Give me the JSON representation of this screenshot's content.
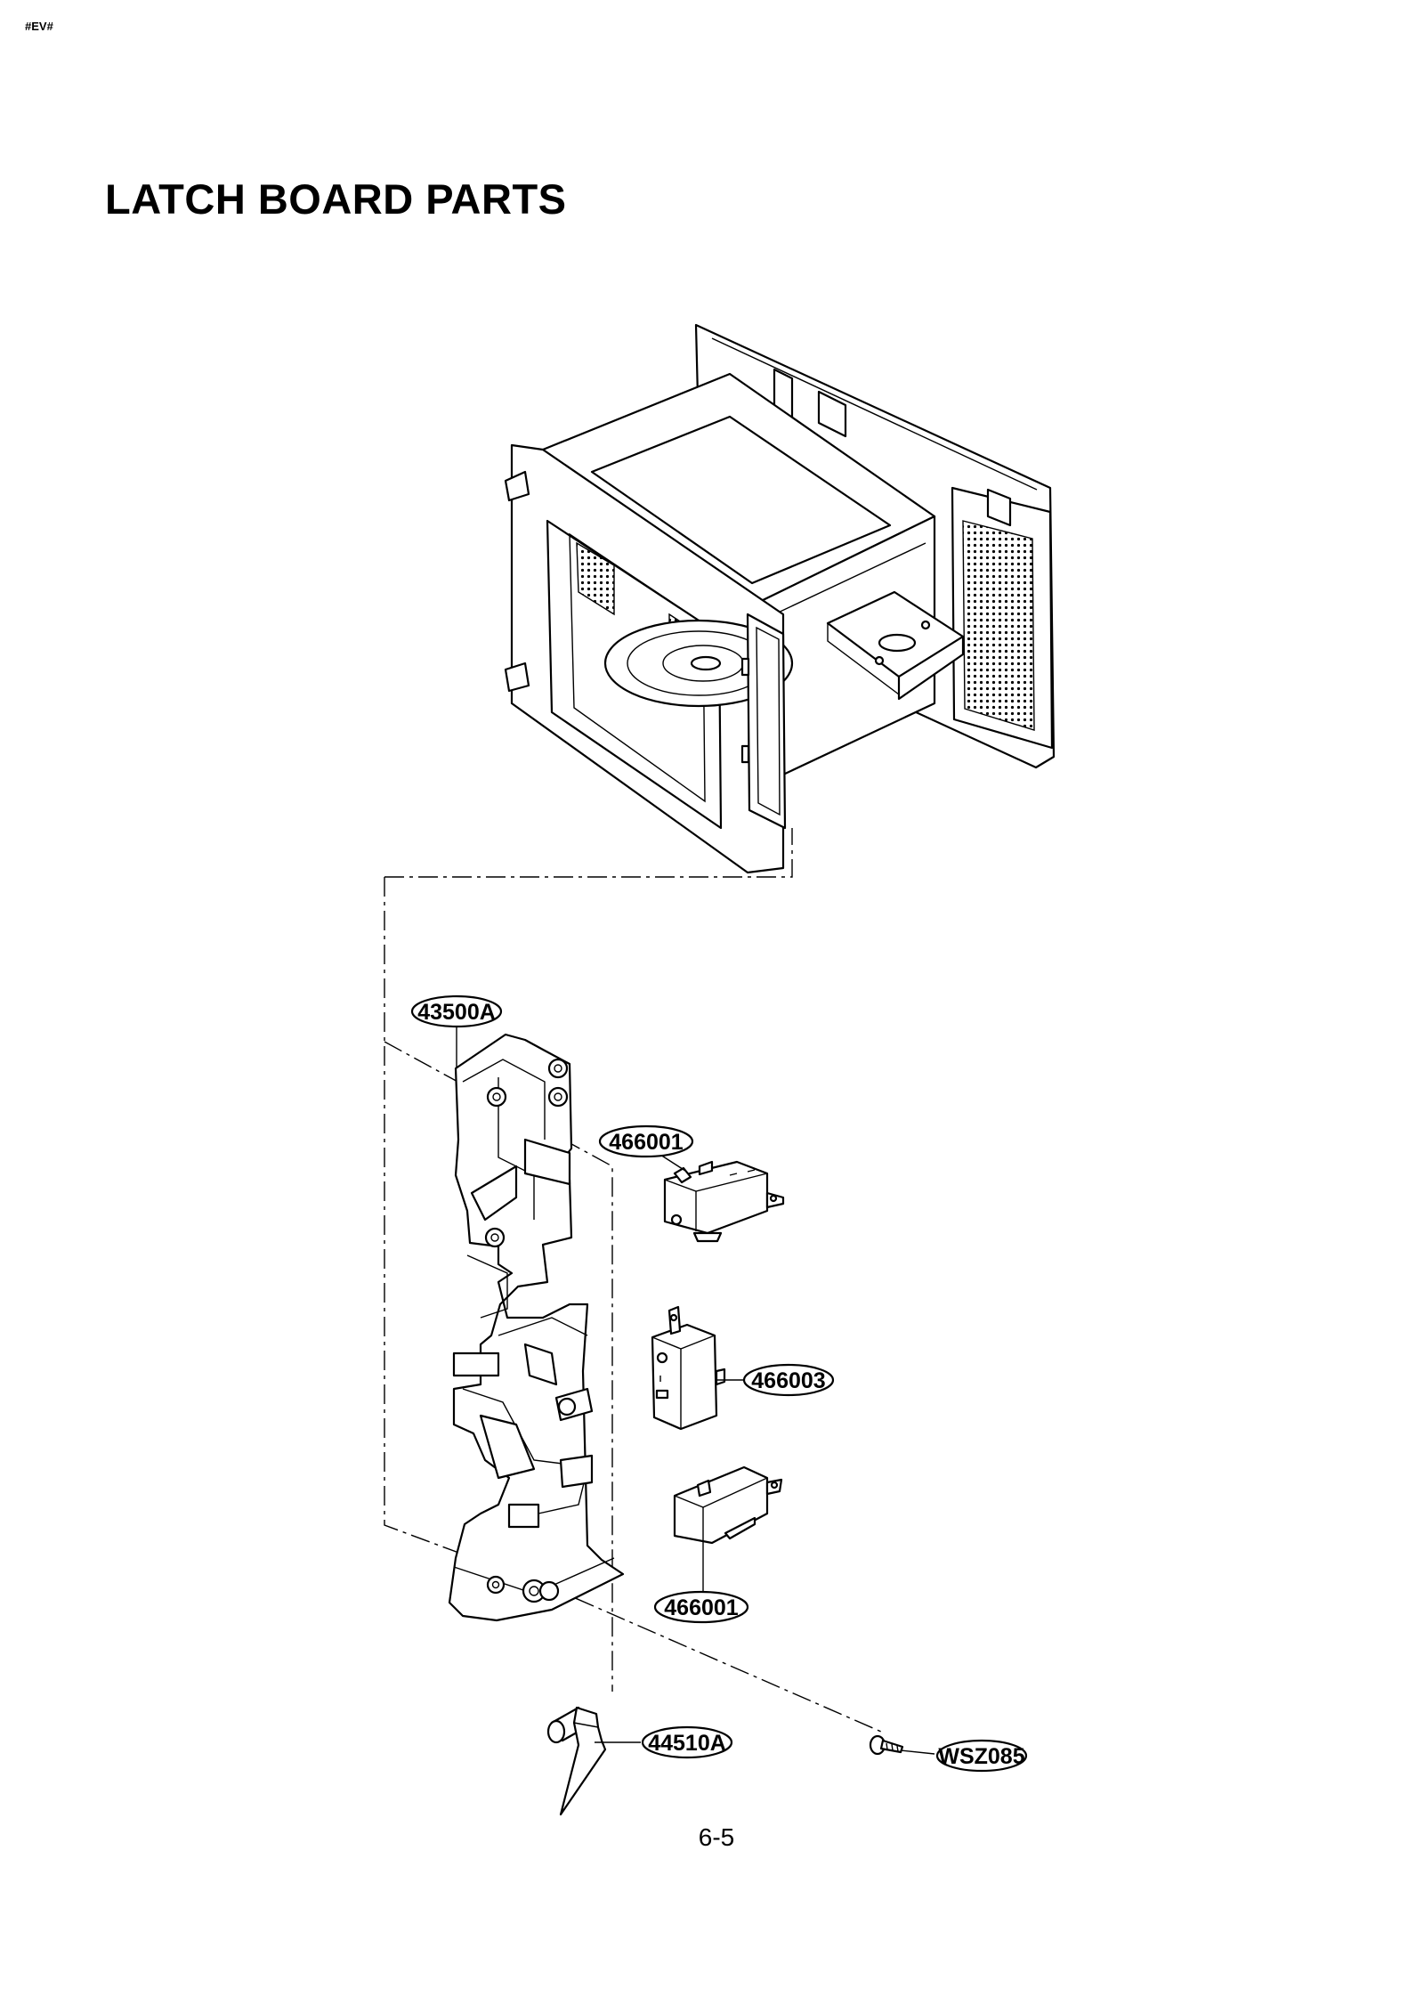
{
  "page": {
    "corner_mark": "#EV#",
    "title": "LATCH BOARD PARTS",
    "page_number": "6-5"
  },
  "callouts": [
    {
      "id": "latch-board",
      "label": "43500A"
    },
    {
      "id": "switch-upper",
      "label": "466001"
    },
    {
      "id": "switch-middle",
      "label": "466003"
    },
    {
      "id": "switch-lower",
      "label": "466001"
    },
    {
      "id": "latch-lever",
      "label": "44510A"
    },
    {
      "id": "screw",
      "label": "WSZ085"
    }
  ]
}
